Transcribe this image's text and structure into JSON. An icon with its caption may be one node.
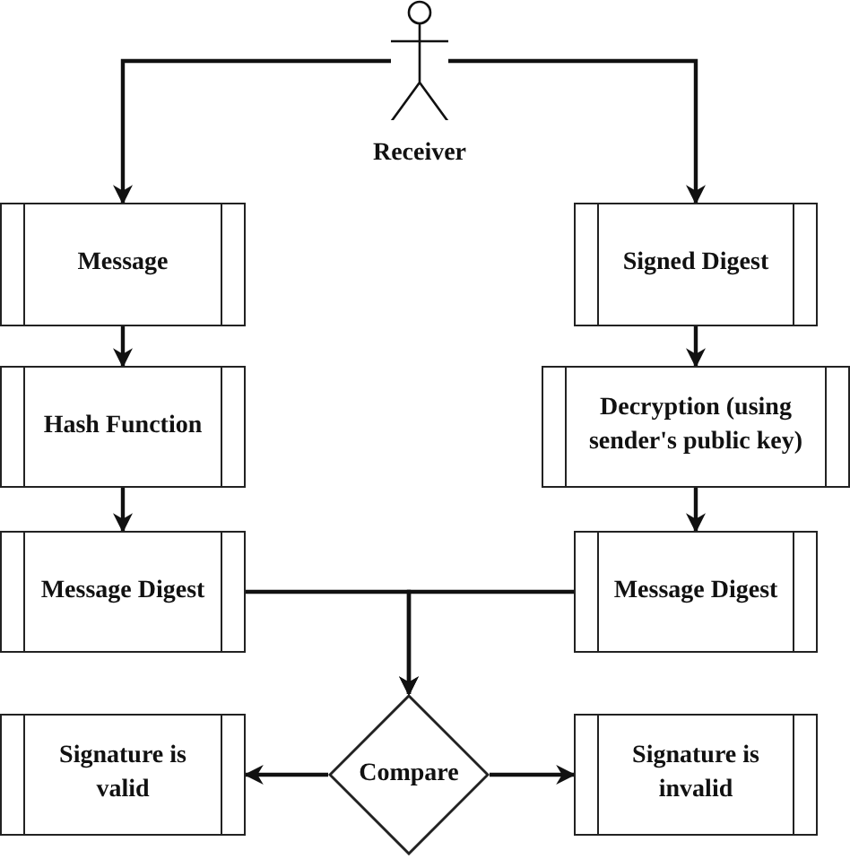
{
  "diagram": {
    "nodes": [
      {
        "text": [
          "Receiver"
        ]
      },
      {
        "text": [
          "Message"
        ]
      },
      {
        "text": [
          "Signed Digest"
        ]
      },
      {
        "text": [
          "Hash Function"
        ]
      },
      {
        "text": [
          "Decryption (using sender's public key)"
        ]
      },
      {
        "text": [
          "Message Digest"
        ]
      },
      {
        "text": [
          "Message Digest"
        ]
      },
      {
        "text": [
          "Compare"
        ]
      },
      {
        "text": [
          "Signature is valid"
        ]
      },
      {
        "text": [
          "Signature is invalid"
        ]
      }
    ],
    "edges": [
      {
        "from": 0,
        "to": 1,
        "arrow": "to"
      },
      {
        "from": 0,
        "to": 2,
        "arrow": "to"
      },
      {
        "from": 1,
        "to": 3,
        "arrow": "to"
      },
      {
        "from": 2,
        "to": 4,
        "arrow": "to"
      },
      {
        "from": 3,
        "to": 5,
        "arrow": "to"
      },
      {
        "from": 4,
        "to": 6,
        "arrow": "to"
      },
      {
        "from": 5,
        "to": 7,
        "arrow": "to"
      },
      {
        "from": 6,
        "to": 7,
        "arrow": "to"
      },
      {
        "from": 7,
        "to": 8,
        "arrow": "to"
      },
      {
        "from": 7,
        "to": 9,
        "arrow": "to"
      }
    ]
  }
}
